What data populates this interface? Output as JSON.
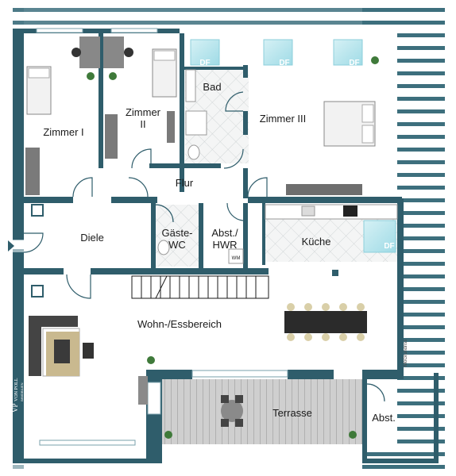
{
  "rooms": {
    "zimmer1": "Zimmer I",
    "zimmer2_line1": "Zimmer",
    "zimmer2_line2": "II",
    "zimmer3": "Zimmer III",
    "bad": "Bad",
    "flur": "Flur",
    "diele": "Diele",
    "gaeste_line1": "Gäste-",
    "gaeste_line2": "WC",
    "abst_line1": "Abst./",
    "abst_line2": "HWR",
    "kueche": "Küche",
    "wohn": "Wohn-/Essbereich",
    "terrasse": "Terrasse",
    "abst_small": "Abst."
  },
  "skylight_label": "DF",
  "appliance_label": "WM",
  "vertical_note": "MöGrundriss",
  "brand": {
    "monogram": "VP",
    "name": "VON POLL",
    "sub": "IMMOBILIEN"
  },
  "colors": {
    "wall": "#2f5d6b",
    "floor": "#ffffff",
    "tile": "#e9ecec",
    "roof_hatch": "#2f5d6b",
    "skylight": "#b9e6ee"
  }
}
